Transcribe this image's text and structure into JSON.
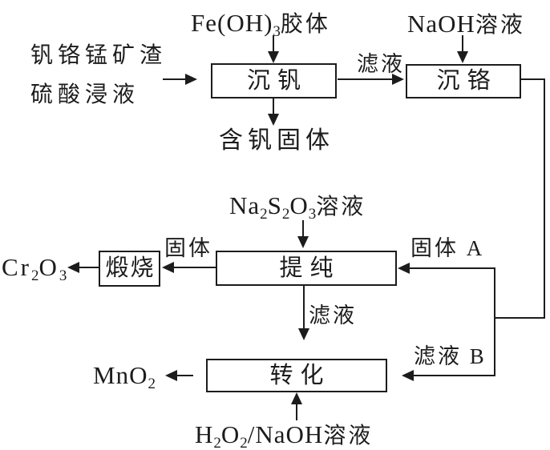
{
  "canvas": {
    "bg": "#ffffff",
    "ink": "#1c1c1c"
  },
  "feed": {
    "line1": "钒铬锰矿渣",
    "line2": "硫酸浸液"
  },
  "reagents": {
    "fe_oh3": {
      "base": "Fe(OH)",
      "sub": "3",
      "suffix": "胶体"
    },
    "naoh": {
      "base": "NaOH",
      "suffix": "溶液"
    },
    "na2s2o3": {
      "m1": "Na",
      "s1": "2",
      "m2": "S",
      "s2": "2",
      "m3": "O",
      "s3": "3",
      "suffix": "溶液"
    },
    "h2o2_naoh": {
      "m1": "H",
      "s1": "2",
      "m2": "O",
      "s2": "2",
      "m3": "/NaOH",
      "suffix": "溶液"
    }
  },
  "steps": {
    "precipitate_v": "沉钒",
    "precipitate_cr": "沉铬",
    "purify": "提纯",
    "calcine": "煅烧",
    "convert": "转化"
  },
  "streams": {
    "filtrate1": "滤液",
    "v_solid": "含钒固体",
    "solid": "固体",
    "solid_a": "固体 A",
    "filtrate2": "滤液",
    "filtrate_b": "滤液 B"
  },
  "products": {
    "cr2o3": {
      "m1": "Cr",
      "s1": "2",
      "m2": "O",
      "s2": "3"
    },
    "mno2": {
      "base": "MnO",
      "sub": "2"
    }
  }
}
